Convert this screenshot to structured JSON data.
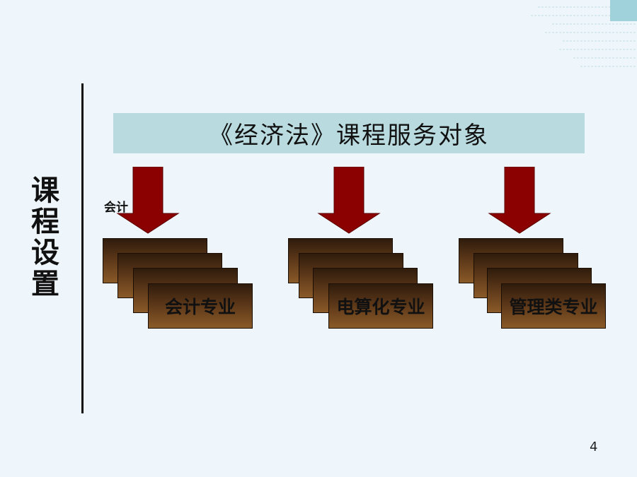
{
  "title": "《经济法》课程服务对象",
  "side_title": [
    "课",
    "程",
    "设",
    "置"
  ],
  "stray_label": "会计",
  "groups": [
    {
      "label": "会计专业"
    },
    {
      "label": "电算化专业"
    },
    {
      "label": "管理类专业"
    }
  ],
  "page_number": "4",
  "colors": {
    "background": "#eef6fb",
    "banner": "#b9dbe0",
    "arrow": "#8b0000",
    "card_dark": "#2f1c0c",
    "card_light": "#8a5a28"
  }
}
